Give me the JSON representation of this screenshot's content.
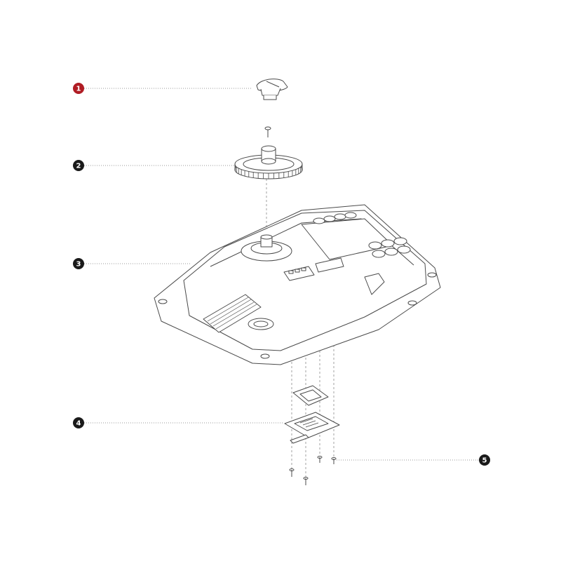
{
  "callouts": [
    {
      "number": "1",
      "color": "#b01c24",
      "part": "knob"
    },
    {
      "number": "2",
      "color": "#1a1a1a",
      "part": "gear"
    },
    {
      "number": "3",
      "color": "#1a1a1a",
      "part": "chassis"
    },
    {
      "number": "4",
      "color": "#1a1a1a",
      "part": "board"
    },
    {
      "number": "5",
      "color": "#1a1a1a",
      "part": "screw"
    }
  ],
  "colors": {
    "line": "#4a4a4a",
    "leader": "#9a9a9a",
    "background": "#ffffff"
  }
}
